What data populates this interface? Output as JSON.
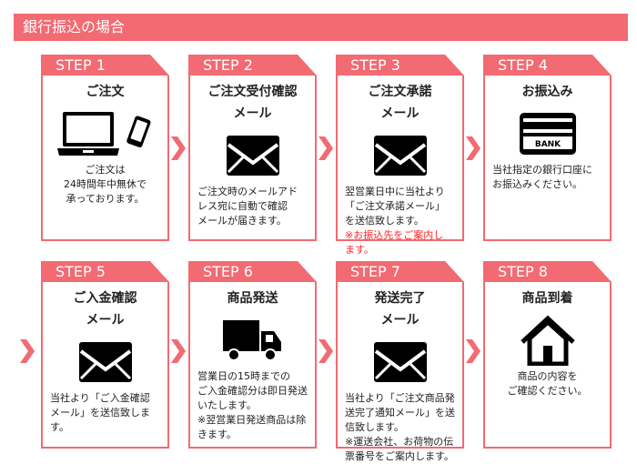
{
  "header": {
    "title": "銀行振込の場合"
  },
  "colors": {
    "accent": "#f26a72",
    "note": "#ff2222"
  },
  "steps": [
    {
      "label": "STEP 1",
      "title": "ご注文",
      "icon": "laptop-phone-icon",
      "desc": "ご注文は\n24時間年中無休で\n承っております。",
      "center": true
    },
    {
      "label": "STEP 2",
      "title": "ご注文受付確認\nメール",
      "icon": "envelope-icon",
      "desc": "ご注文時のメールアド\nレス宛に自動で確認\nメールが届きます。"
    },
    {
      "label": "STEP 3",
      "title": "ご注文承諾\nメール",
      "icon": "envelope-icon",
      "desc": "翌営業日中に当社より\n「ご注文承諾メール」\nを送信致します。",
      "note": "※お振込先をご案内し\nます。"
    },
    {
      "label": "STEP 4",
      "title": "お振込み",
      "icon": "bank-card-icon",
      "icon_text": "BANK",
      "desc": "当社指定の銀行口座に\nお振込みください。"
    },
    {
      "label": "STEP 5",
      "title": "ご入金確認\nメール",
      "icon": "envelope-icon",
      "desc": "当社より「ご入金確認\nメール」を送信致しま\nす。"
    },
    {
      "label": "STEP 6",
      "title": "商品発送",
      "icon": "truck-icon",
      "desc": "営業日の15時までの\nご入金確認分は即日発送\nいたします。\n※翌営業日発送商品は除\nきます。"
    },
    {
      "label": "STEP 7",
      "title": "発送完了\nメール",
      "icon": "envelope-icon",
      "desc": "当社より「ご注文商品発\n送完了通知メール」を送\n信致します。\n※運送会社、お荷物の伝\n票番号をご案内します。"
    },
    {
      "label": "STEP 8",
      "title": "商品到着",
      "icon": "house-icon",
      "desc": "商品の内容を\nご確認ください。",
      "center": true
    }
  ]
}
